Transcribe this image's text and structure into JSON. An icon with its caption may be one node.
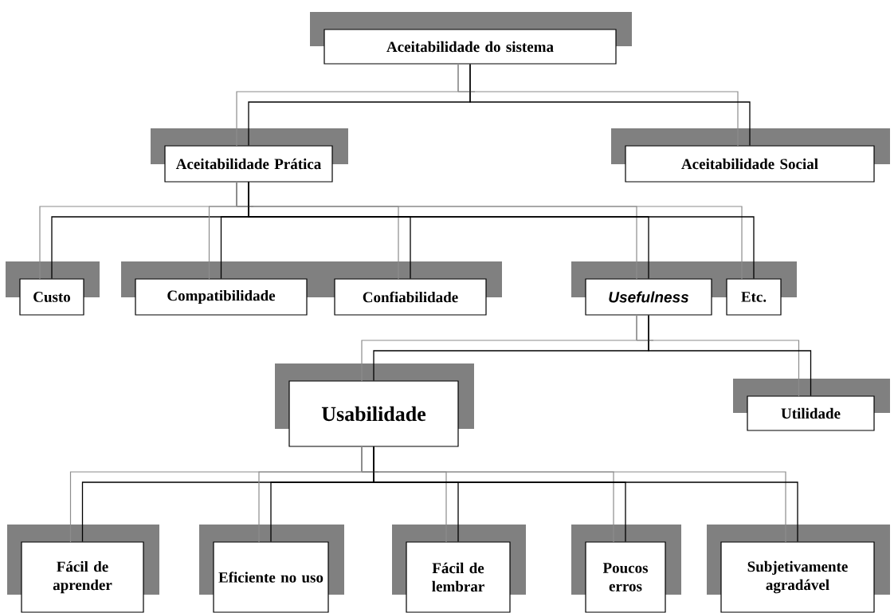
{
  "diagram": {
    "nodes": [
      {
        "text": [
          "Aceitabilidade do sistema"
        ]
      },
      {
        "text": [
          "Aceitabilidade Prática"
        ]
      },
      {
        "text": [
          "Aceitabilidade Social"
        ]
      },
      {
        "text": [
          "Custo"
        ]
      },
      {
        "text": [
          "Compatibilidade"
        ]
      },
      {
        "text": [
          "Confiabilidade"
        ]
      },
      {
        "text": [
          "Usefulness"
        ]
      },
      {
        "text": [
          "Etc."
        ]
      },
      {
        "text": [
          "Usabilidade"
        ]
      },
      {
        "text": [
          "Utilidade"
        ]
      },
      {
        "text": [
          "Fácil de aprender"
        ]
      },
      {
        "text": [
          "Eficiente no uso"
        ]
      },
      {
        "text": [
          "Fácil de lembrar"
        ]
      },
      {
        "text": [
          "Poucos erros"
        ]
      },
      {
        "text": [
          "Subjetivamente agradável"
        ]
      }
    ],
    "edges": [
      {
        "from": 0,
        "to": 1,
        "arrow": "none"
      },
      {
        "from": 0,
        "to": 2,
        "arrow": "none"
      },
      {
        "from": 1,
        "to": 3,
        "arrow": "none"
      },
      {
        "from": 1,
        "to": 4,
        "arrow": "none"
      },
      {
        "from": 1,
        "to": 5,
        "arrow": "none"
      },
      {
        "from": 1,
        "to": 6,
        "arrow": "none"
      },
      {
        "from": 1,
        "to": 7,
        "arrow": "none"
      },
      {
        "from": 6,
        "to": 8,
        "arrow": "none"
      },
      {
        "from": 6,
        "to": 9,
        "arrow": "none"
      },
      {
        "from": 8,
        "to": 10,
        "arrow": "none"
      },
      {
        "from": 8,
        "to": 11,
        "arrow": "none"
      },
      {
        "from": 8,
        "to": 12,
        "arrow": "none"
      },
      {
        "from": 8,
        "to": 13,
        "arrow": "none"
      },
      {
        "from": 8,
        "to": 14,
        "arrow": "none"
      }
    ]
  }
}
